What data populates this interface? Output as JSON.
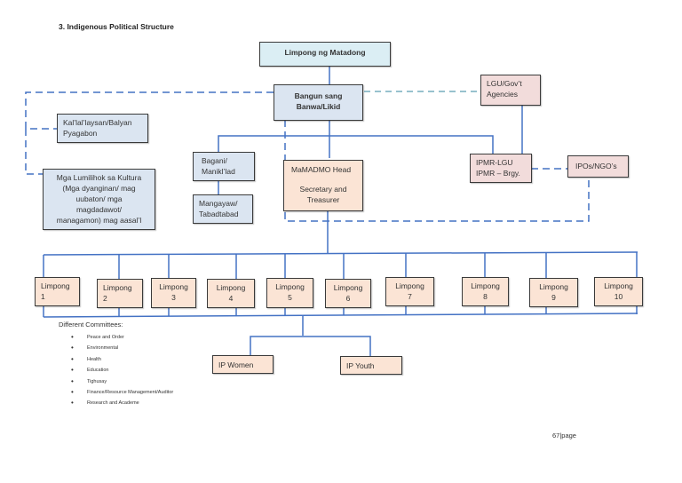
{
  "title": "3. Indigenous Political Structure",
  "nodes": {
    "limpong_ng_matadong": "Limpong ng Matadong",
    "bangun_line1": "Bangun sang",
    "bangun_line2": "Banwa/Likid",
    "lgu_line1": "LGU/Gov’t",
    "lgu_line2": "Agencies",
    "kallal_line1": "Kal’lal’laysan/Balyan",
    "kallal_line2": "Pyagabon",
    "mga_lumilihok": [
      "Mga Lumilihok sa Kultura",
      "(Mga dyanginan/ mag",
      "uubaton/ mga",
      "magdadawot/",
      "managamon) mag aasal’l"
    ],
    "bagani_line1": "Bagani/",
    "bagani_line2": "Manikl’lad",
    "mangayaw_line1": "Mangayaw/",
    "mangayaw_line2": "Tabadtabad",
    "mamadmo_line1": "MaMADMO Head",
    "mamadmo_line2": "Secretary and",
    "mamadmo_line3": "Treasurer",
    "ipmr_line1": "IPMR-LGU",
    "ipmr_line2": "IPMR – Brgy.",
    "ipos": "IPOs/NGO’s",
    "ip_women": "IP Women",
    "ip_youth": "IP Youth"
  },
  "limpongs": [
    {
      "label": "Limpong",
      "num": "1"
    },
    {
      "label": "Limpong",
      "num": "2"
    },
    {
      "label": "Limpong",
      "num": "3"
    },
    {
      "label": "Limpong",
      "num": "4"
    },
    {
      "label": "Limpong",
      "num": "5"
    },
    {
      "label": "Limpong",
      "num": "6"
    },
    {
      "label": "Limpong",
      "num": "7"
    },
    {
      "label": "Limpong",
      "num": "8"
    },
    {
      "label": "Limpong",
      "num": "9"
    },
    {
      "label": "Limpong",
      "num": "10"
    }
  ],
  "committees": {
    "heading": "Different Committees:",
    "items": [
      "Peace and Order",
      "Environmental",
      "Health",
      "Education",
      "Tighusay",
      "Finance/Resource Management/Auditor",
      "Research and Academe"
    ]
  },
  "footer": {
    "page": "67|page"
  },
  "colors": {
    "line": "#4472c4",
    "dash_teal": "#31859c",
    "box_blue": "#dbe5f1",
    "box_light_blue": "#dbeef4",
    "box_peach": "#fbe4d5",
    "box_pink": "#f2dcdb"
  }
}
